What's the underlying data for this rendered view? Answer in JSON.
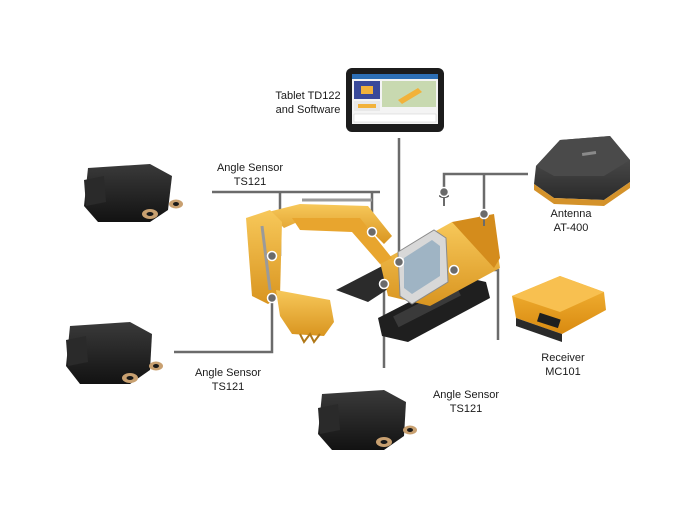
{
  "components": {
    "tablet": {
      "line1": "Tablet TD122",
      "line2": "and Software"
    },
    "angle_sensor_top": {
      "line1": "Angle Sensor",
      "line2": "TS121"
    },
    "angle_sensor_left": {
      "line1": "Angle Sensor",
      "line2": "TS121"
    },
    "angle_sensor_bottom": {
      "line1": "Angle Sensor",
      "line2": "TS121"
    },
    "antenna": {
      "line1": "Antenna",
      "line2": "AT-400"
    },
    "receiver": {
      "line1": "Receiver",
      "line2": "MC101"
    }
  },
  "tablet_screen": {
    "tiles": [
      "tile-a",
      "tile-b",
      "tile-c",
      "tile-d"
    ]
  },
  "colors": {
    "excavator_body": "#f2b23a",
    "excavator_dark": "#c98a1c",
    "track": "#2b2b2b",
    "connector_line": "#6b6b6b",
    "sensor": "#1f1f1f",
    "antenna": "#3a3a3a",
    "receiver": "#f0a020"
  }
}
